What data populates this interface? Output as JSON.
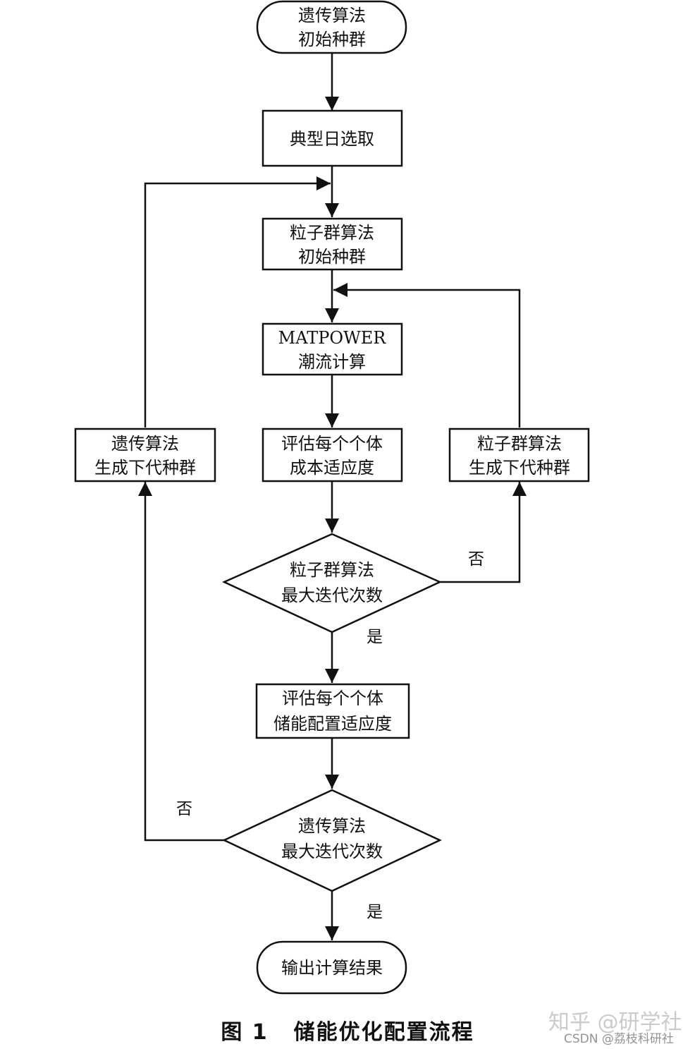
{
  "nodes": {
    "ga_init": {
      "line1": "遗传算法",
      "line2": "初始种群"
    },
    "typical_day": {
      "line1": "典型日选取"
    },
    "pso_init": {
      "line1": "粒子群算法",
      "line2": "初始种群"
    },
    "matpower": {
      "line1": "MATPOWER",
      "line2": "潮流计算"
    },
    "eval_cost": {
      "line1": "评估每个个体",
      "line2": "成本适应度"
    },
    "ga_next": {
      "line1": "遗传算法",
      "line2": "生成下代种群"
    },
    "pso_next": {
      "line1": "粒子群算法",
      "line2": "生成下代种群"
    },
    "pso_max": {
      "line1": "粒子群算法",
      "line2": "最大迭代次数"
    },
    "eval_storage": {
      "line1": "评估每个个体",
      "line2": "储能配置适应度"
    },
    "ga_max": {
      "line1": "遗传算法",
      "line2": "最大迭代次数"
    },
    "output": {
      "line1": "输出计算结果"
    }
  },
  "edge_labels": {
    "pso_no": "否",
    "pso_yes": "是",
    "ga_no": "否",
    "ga_yes": "是"
  },
  "caption": {
    "number": "图 1",
    "title": "储能优化配置流程"
  },
  "watermarks": {
    "zhihu": "知乎 @研学社",
    "csdn": "CSDN @荔枝科研社"
  }
}
